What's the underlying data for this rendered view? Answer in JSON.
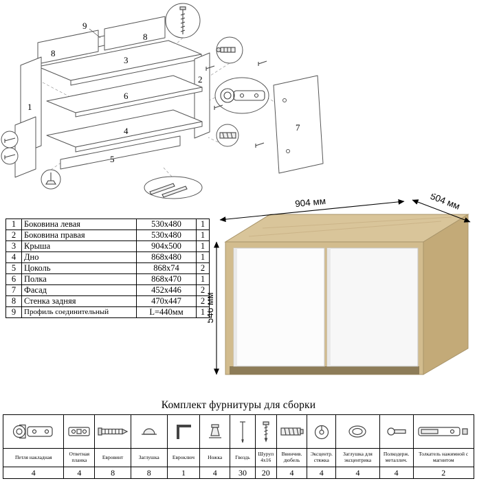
{
  "diagram": {
    "labels": {
      "n1": "1",
      "n2": "2",
      "n3": "3",
      "n4": "4",
      "n5": "5",
      "n6": "6",
      "n7": "7",
      "n8a": "8",
      "n8b": "8",
      "n9": "9"
    }
  },
  "parts_table": {
    "rows": [
      {
        "num": "1",
        "name": "Боковина левая",
        "size": "530x480",
        "qty": "1"
      },
      {
        "num": "2",
        "name": "Боковина правая",
        "size": "530x480",
        "qty": "1"
      },
      {
        "num": "3",
        "name": "Крыша",
        "size": "904x500",
        "qty": "1"
      },
      {
        "num": "4",
        "name": "Дно",
        "size": "868x480",
        "qty": "1"
      },
      {
        "num": "5",
        "name": "Цоколь",
        "size": "868x74",
        "qty": "2"
      },
      {
        "num": "6",
        "name": "Полка",
        "size": "868x470",
        "qty": "1"
      },
      {
        "num": "7",
        "name": "Фасад",
        "size": "452x446",
        "qty": "2"
      },
      {
        "num": "8",
        "name": "Стенка задняя",
        "size": "470x447",
        "qty": "2"
      },
      {
        "num": "9",
        "name": "Профиль соединительный",
        "size": "L=440мм",
        "qty": "1"
      }
    ]
  },
  "dimensions": {
    "width": "904 мм",
    "depth": "504 мм",
    "height": "546 мм"
  },
  "hardware": {
    "title": "Комплект фурнитуры для сборки",
    "items": [
      {
        "name": "Петля накладная",
        "qty": "4",
        "icon": "hinge-icon"
      },
      {
        "name": "Ответная планка",
        "qty": "4",
        "icon": "strike-plate-icon"
      },
      {
        "name": "Евровинт",
        "qty": "8",
        "icon": "euroscrew-icon"
      },
      {
        "name": "Заглушка",
        "qty": "8",
        "icon": "cap-icon"
      },
      {
        "name": "Евроключ",
        "qty": "1",
        "icon": "hex-key-icon"
      },
      {
        "name": "Ножка",
        "qty": "4",
        "icon": "foot-icon"
      },
      {
        "name": "Гвоздь",
        "qty": "30",
        "icon": "nail-icon"
      },
      {
        "name": "Шуруп 4x16",
        "qty": "20",
        "icon": "screw-icon"
      },
      {
        "name": "Ввинчив. дюбель",
        "qty": "4",
        "icon": "dowel-icon"
      },
      {
        "name": "Эксцентр. стяжка",
        "qty": "4",
        "icon": "cam-lock-icon"
      },
      {
        "name": "Заглушка для эксцентрика",
        "qty": "4",
        "icon": "cam-cap-icon"
      },
      {
        "name": "Полкодерж. металлич.",
        "qty": "4",
        "icon": "shelf-support-icon"
      },
      {
        "name": "Толкатель нажимной с магнитом",
        "qty": "2",
        "icon": "push-latch-icon"
      }
    ]
  },
  "colors": {
    "wood_top": "#d9c59a",
    "wood_front": "#d2bc8e",
    "wood_side": "#c3aa78",
    "door": "#fcfcfc"
  }
}
